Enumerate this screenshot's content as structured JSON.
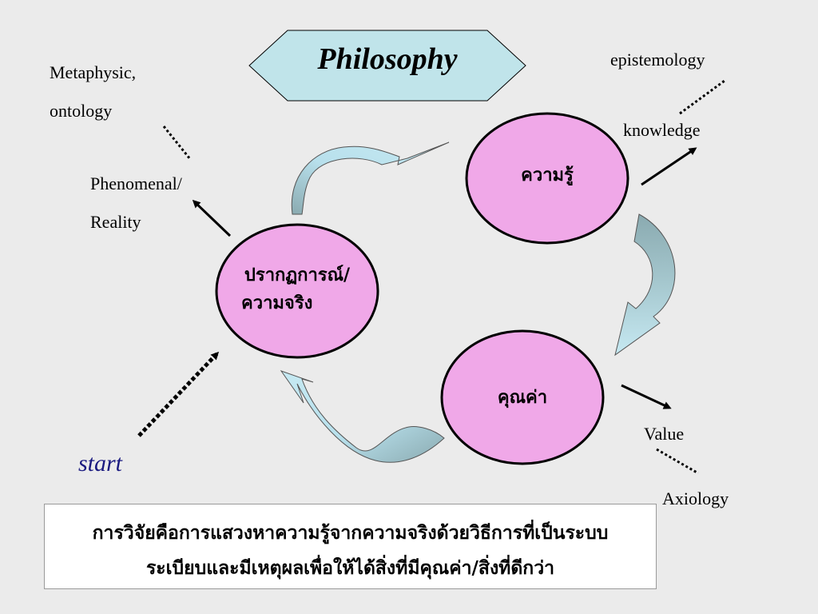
{
  "title": "Philosophy",
  "nodes": {
    "phenomenon_line1": "ปรากฏการณ์/",
    "phenomenon_line2": "ความจริง",
    "knowledge": "ความรู้",
    "value": "คุณค่า"
  },
  "labels": {
    "metaphysic": "Metaphysic,",
    "ontology": "ontology",
    "phenomenal": "Phenomenal/",
    "reality": "Reality",
    "epistemology": "epistemology",
    "knowledge": "knowledge",
    "value": "Value",
    "axiology": "Axiology",
    "start": "start"
  },
  "definition": {
    "line1": "การวิจัยคือการแสวงหาความรู้จากความจริงด้วยวิธีการที่เป็นระบบ",
    "line2": "ระเบียบและมีเหตุผลเพื่อให้ได้สิ่งที่มีคุณค่า/สิ่งที่ดีกว่า"
  },
  "colors": {
    "background": "#ebebeb",
    "node_fill": "#f0a8e8",
    "title_shape_fill": "#c0e4ea",
    "curved_arrow_light": "#b8e0ec",
    "curved_arrow_dark": "#8aaab0",
    "start_text": "#1a1a80"
  }
}
